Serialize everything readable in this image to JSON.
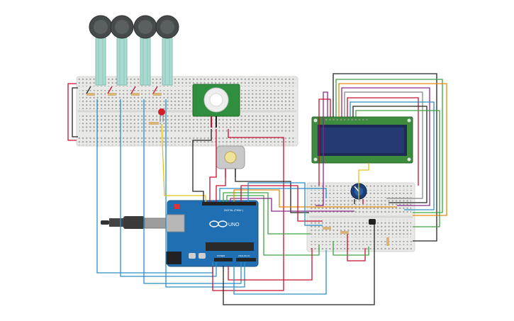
{
  "arduino": {
    "model_label": "UNO",
    "digital_label": "DIGITAL (PWM~)",
    "power_label": "POWER",
    "analog_label": "ANALOG IN",
    "brand_icon": "infinity-logo-icon"
  },
  "components": {
    "force_sensors": 4,
    "pir_sensor": "pir-motion-sensor",
    "lcd": "16x2-lcd",
    "dc_motor": "dc-motor",
    "potentiometer": "potentiometer",
    "led": "red-led",
    "usb_cable": "usb-cable",
    "transistor": "transistor"
  },
  "colors": {
    "breadboard": "#e9e9e7",
    "arduino": "#1f6fb2",
    "lcd_frame": "#3d8b3d",
    "lcd_screen": "#1c2b55",
    "pir": "#2f8f3f",
    "fsr_head": "#454b4a",
    "fsr_tail": "#a9d9cf",
    "wire_black": "#222222",
    "wire_red": "#c8102e",
    "wire_blue": "#2b8fc7",
    "wire_green": "#3fa33f",
    "wire_orange": "#e8890c",
    "wire_purple": "#8b2a8b",
    "wire_yellow": "#e2c21a",
    "wire_gray": "#888888"
  }
}
